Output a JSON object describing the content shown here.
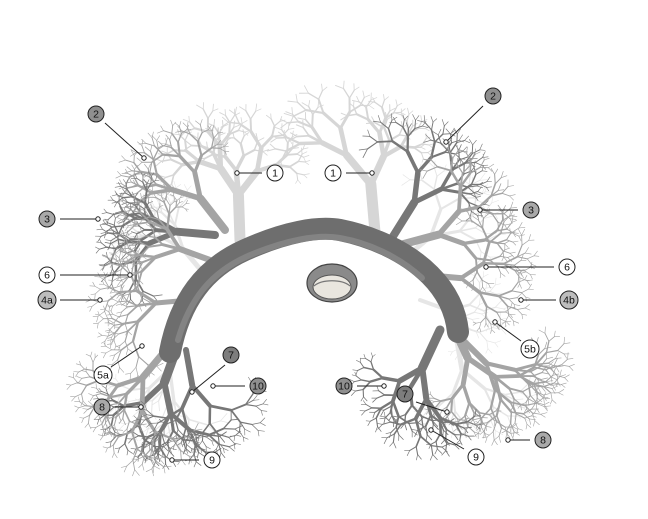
{
  "labels": [
    {
      "id": "l1-left",
      "text": "1",
      "fill": "#ffffff"
    },
    {
      "id": "l1-right",
      "text": "1",
      "fill": "#ffffff"
    },
    {
      "id": "l2-left",
      "text": "2",
      "fill": "#8f8f8f"
    },
    {
      "id": "l2-right",
      "text": "2",
      "fill": "#8f8f8f"
    },
    {
      "id": "l3-left",
      "text": "3",
      "fill": "#a9a9a9"
    },
    {
      "id": "l3-right",
      "text": "3",
      "fill": "#a9a9a9"
    },
    {
      "id": "l6-left",
      "text": "6",
      "fill": "#ffffff"
    },
    {
      "id": "l6-right",
      "text": "6",
      "fill": "#ffffff"
    },
    {
      "id": "l4a",
      "text": "4a",
      "fill": "#bdbdbd"
    },
    {
      "id": "l4b",
      "text": "4b",
      "fill": "#bdbdbd"
    },
    {
      "id": "l5a",
      "text": "5a",
      "fill": "#ffffff"
    },
    {
      "id": "l5b",
      "text": "5b",
      "fill": "#ffffff"
    },
    {
      "id": "l7-left",
      "text": "7",
      "fill": "#7d7d7d"
    },
    {
      "id": "l7-right",
      "text": "7",
      "fill": "#7d7d7d"
    },
    {
      "id": "l8-left",
      "text": "8",
      "fill": "#a9a9a9"
    },
    {
      "id": "l8-right",
      "text": "8",
      "fill": "#a9a9a9"
    },
    {
      "id": "l9-left",
      "text": "9",
      "fill": "#ffffff"
    },
    {
      "id": "l9-right",
      "text": "9",
      "fill": "#ffffff"
    },
    {
      "id": "l10-left",
      "text": "10",
      "fill": "#8f8f8f"
    },
    {
      "id": "l10-right",
      "text": "10",
      "fill": "#8f8f8f"
    }
  ],
  "colors": {
    "trachea": "#6e6e6e",
    "trachea_highlight": "#8a8a8a",
    "upper_branches": "#d6d6d6",
    "mid_branches": "#a4a4a4",
    "dark_branches": "#777777",
    "faint_branches": "#e6e6e6",
    "line": "#222222"
  }
}
